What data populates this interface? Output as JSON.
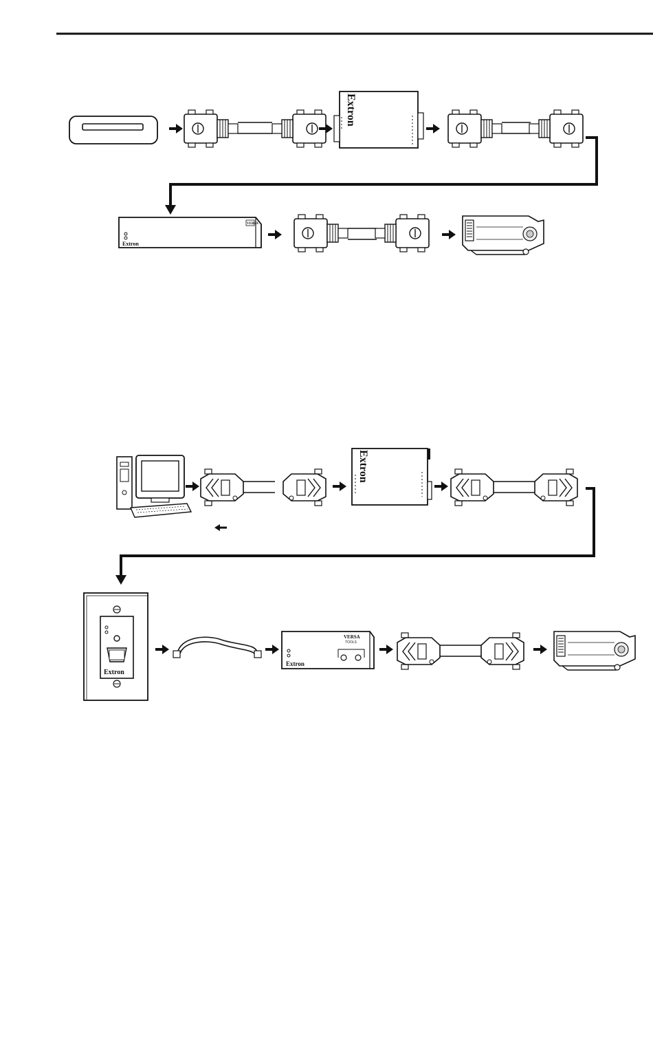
{
  "diagram": {
    "brand_label": "Extron",
    "badge_label": "VERSA",
    "badge_sub": "TOOLS",
    "colors": {
      "line": "#111111",
      "fill": "#ffffff",
      "shade": "#dddddd"
    }
  },
  "icons": {
    "dvd_player": "dvd-player-icon",
    "dvi_cable": "dvi-cable-icon",
    "vga_cable": "vga-cable-icon",
    "interface": "extron-interface-icon",
    "switcher": "extron-switcher-icon",
    "projector": "projector-icon",
    "computer": "computer-icon",
    "wallplate": "wallplate-icon",
    "twisted_pair": "twisted-pair-cable-icon",
    "receiver": "versatools-receiver-icon"
  }
}
